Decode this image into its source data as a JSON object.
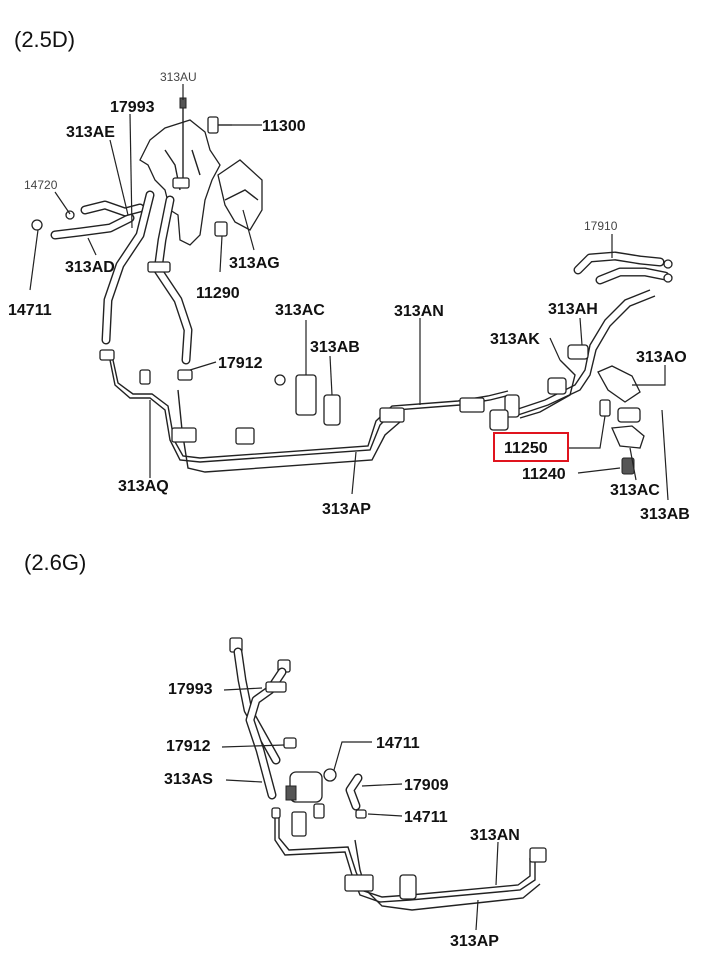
{
  "sections": {
    "top": "(2.5D)",
    "bottom": "(2.6G)"
  },
  "highlight_color": "#e0141e",
  "top_labels": {
    "p313AU": "313AU",
    "p17993": "17993",
    "p11300": "11300",
    "p313AE": "313AE",
    "p14720": "14720",
    "p313AD": "313AD",
    "p14711": "14711",
    "p11290": "11290",
    "p313AG": "313AG",
    "p17910": "17910",
    "p313AH": "313AH",
    "p313AC": "313AC",
    "p313AN": "313AN",
    "p313AB": "313AB",
    "p313AK": "313AK",
    "p313AO": "313AO",
    "p17912": "17912",
    "p11250": "11250",
    "p11240": "11240",
    "p313AC_r": "313AC",
    "p313AQ": "313AQ",
    "p313AP": "313AP",
    "p313AB_r": "313AB"
  },
  "bottom_labels": {
    "p17993": "17993",
    "p17912": "17912",
    "p14711a": "14711",
    "p313AS": "313AS",
    "p17909": "17909",
    "p14711b": "14711",
    "p313AN": "313AN",
    "p313AP": "313AP"
  }
}
